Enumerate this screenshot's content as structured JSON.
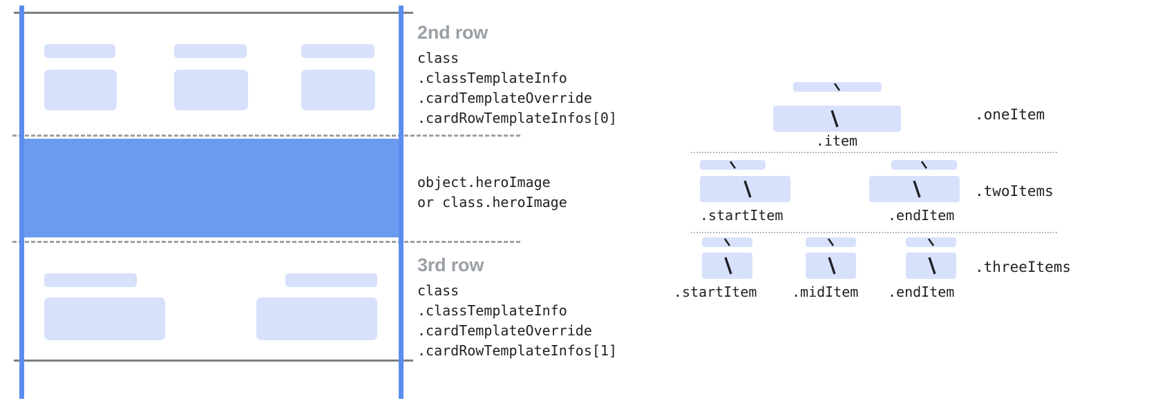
{
  "diagram": {
    "left_panel": {
      "rows": [
        {
          "title": "2nd row",
          "code_lines": [
            "class",
            ".classTemplateInfo",
            ".cardTemplateOverride",
            ".cardRowTemplateInfos[0]"
          ],
          "cells": 3
        },
        {
          "title": "",
          "code_lines": [
            "object.heroImage",
            "or class.heroImage"
          ],
          "cells": 0
        },
        {
          "title": "3rd row",
          "code_lines": [
            "class",
            ".classTemplateInfo",
            ".cardTemplateOverride",
            ".cardRowTemplateInfos[1]"
          ],
          "cells": 2
        }
      ]
    },
    "right_panel": {
      "sections": [
        {
          "name": ".oneItem",
          "items": [
            {
              "label": ".item",
              "slash": "/"
            }
          ]
        },
        {
          "name": ".twoItems",
          "items": [
            {
              "label": ".startItem",
              "slash": "/"
            },
            {
              "label": ".endItem",
              "slash": "/"
            }
          ]
        },
        {
          "name": ".threeItems",
          "items": [
            {
              "label": ".startItem",
              "slash": "/"
            },
            {
              "label": ".midItem",
              "slash": "/"
            },
            {
              "label": ".endItem",
              "slash": "/"
            }
          ]
        }
      ]
    },
    "colors": {
      "accent_blue": "#5b8def",
      "hero_blue": "#6b9aee",
      "chip_blue": "#d7e1fb",
      "rule_gray": "#7a7f85",
      "dash_gray": "#9aa0a6",
      "title_gray": "#9aa0a6",
      "text_dark": "#202124"
    }
  }
}
